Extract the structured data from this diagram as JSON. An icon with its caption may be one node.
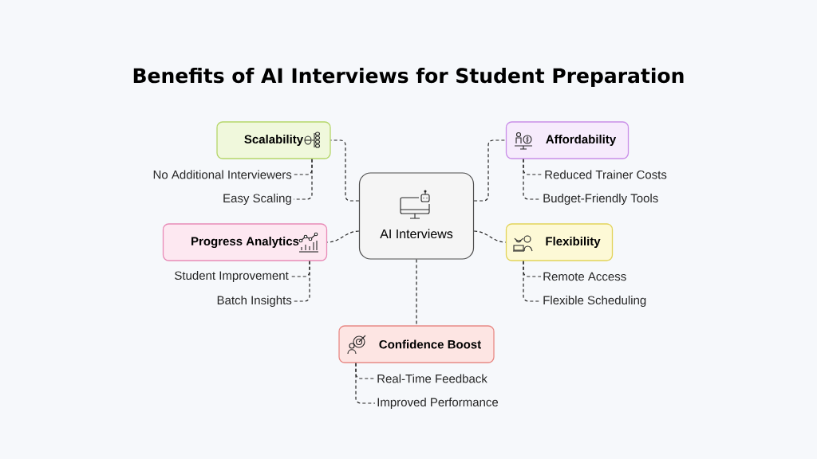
{
  "diagram": {
    "title": "Benefits of AI Interviews for Student Preparation",
    "nodes": [
      {
        "text": [
          "AI Interviews"
        ]
      },
      {
        "text": [
          "Scalability"
        ]
      },
      {
        "text": [
          "No Additional Interviewers"
        ]
      },
      {
        "text": [
          "Easy Scaling"
        ]
      },
      {
        "text": [
          "Affordability"
        ]
      },
      {
        "text": [
          "Reduced Trainer Costs"
        ]
      },
      {
        "text": [
          "Budget-Friendly Tools"
        ]
      },
      {
        "text": [
          "Progress Analytics"
        ]
      },
      {
        "text": [
          "Student Improvement"
        ]
      },
      {
        "text": [
          "Batch Insights"
        ]
      },
      {
        "text": [
          "Flexibility"
        ]
      },
      {
        "text": [
          "Remote Access"
        ]
      },
      {
        "text": [
          "Flexible Scheduling"
        ]
      },
      {
        "text": [
          "Confidence Boost"
        ]
      },
      {
        "text": [
          "Real-Time Feedback"
        ]
      },
      {
        "text": [
          "Improved Performance"
        ]
      }
    ],
    "edges": [
      {
        "from": 0,
        "to": 1,
        "arrow": "none",
        "style": "dashed"
      },
      {
        "from": 1,
        "to": 2,
        "arrow": "none",
        "style": "dashed"
      },
      {
        "from": 1,
        "to": 3,
        "arrow": "none",
        "style": "dashed"
      },
      {
        "from": 0,
        "to": 4,
        "arrow": "none",
        "style": "dashed"
      },
      {
        "from": 4,
        "to": 5,
        "arrow": "none",
        "style": "dashed"
      },
      {
        "from": 4,
        "to": 6,
        "arrow": "none",
        "style": "dashed"
      },
      {
        "from": 0,
        "to": 7,
        "arrow": "none",
        "style": "dashed"
      },
      {
        "from": 7,
        "to": 8,
        "arrow": "none",
        "style": "dashed"
      },
      {
        "from": 7,
        "to": 9,
        "arrow": "none",
        "style": "dashed"
      },
      {
        "from": 0,
        "to": 10,
        "arrow": "none",
        "style": "dashed"
      },
      {
        "from": 10,
        "to": 11,
        "arrow": "none",
        "style": "dashed"
      },
      {
        "from": 10,
        "to": 12,
        "arrow": "none",
        "style": "dashed"
      },
      {
        "from": 0,
        "to": 13,
        "arrow": "none",
        "style": "dashed"
      },
      {
        "from": 13,
        "to": 14,
        "arrow": "none",
        "style": "dashed"
      },
      {
        "from": 13,
        "to": 15,
        "arrow": "none",
        "style": "dashed"
      }
    ]
  }
}
